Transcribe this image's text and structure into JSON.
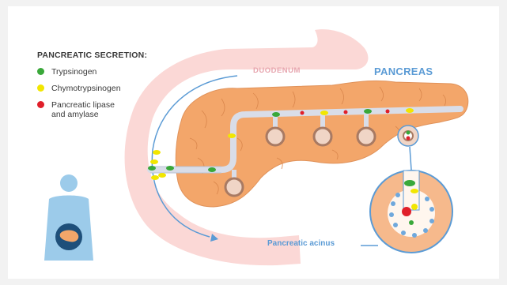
{
  "legend": {
    "title": "PANCREATIC SECRETION:",
    "items": [
      {
        "label": "Trypsinogen",
        "color": "#3aa83a",
        "kind": "green"
      },
      {
        "label": "Chymotrypsinogen",
        "color": "#f2e600",
        "kind": "yellow"
      },
      {
        "label": "Pancreatic lipase\nand amylase",
        "color": "#e01f2a",
        "kind": "red"
      }
    ]
  },
  "labels": {
    "duodenum": "DUODENUM",
    "pancreas": "PANCREAS",
    "acinus": "Pancreatic acinus"
  },
  "colors": {
    "duodenum": "#fbd8d6",
    "pancreas": "#f3a66a",
    "pancreas_texture": "#d9864c",
    "duct": "#d9dde8",
    "label_blue": "#5b9bd5",
    "body_blue": "#9ccbea",
    "arrow_blue": "#5b9bd5"
  }
}
